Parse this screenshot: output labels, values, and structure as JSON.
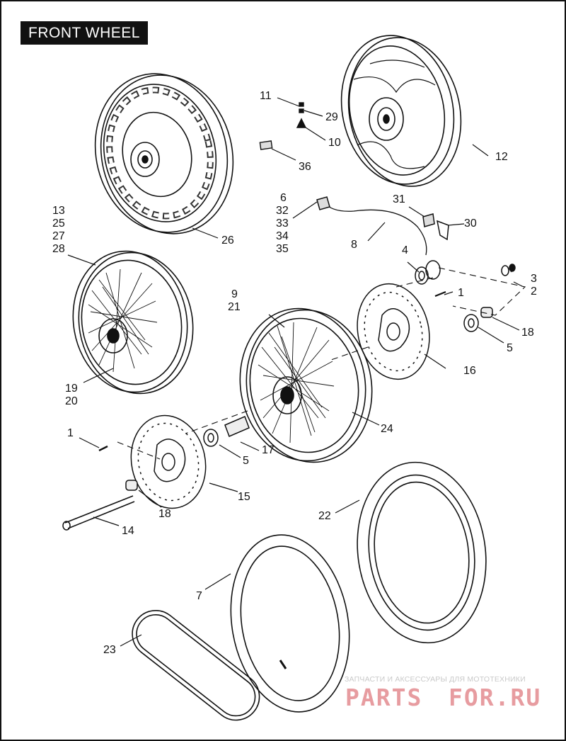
{
  "title": "FRONT WHEEL",
  "watermark": {
    "tagline": "ЗАПЧАСТИ И АКСЕССУАРЫ ДЛЯ МОТОТЕХНИКИ",
    "brand_left": "PARTS",
    "brand_right": "FOR.RU",
    "brand_color": "#e79ca0"
  },
  "callouts": {
    "c1_upper": "1",
    "c1_lower": "1",
    "c2": "2",
    "c3": "3",
    "c4": "4",
    "c5_upper": "5",
    "c5_lower": "5",
    "group_6": [
      "6",
      "32",
      "33",
      "34",
      "35"
    ],
    "c7": "7",
    "c8": "8",
    "group_9": [
      "9",
      "21"
    ],
    "c10": "10",
    "c11": "11",
    "c12": "12",
    "group_13": [
      "13",
      "25",
      "27",
      "28"
    ],
    "c14": "14",
    "c15": "15",
    "c16": "16",
    "c17": "17",
    "c18_upper": "18",
    "c18_lower": "18",
    "group_19": [
      "19",
      "20"
    ],
    "c22": "22",
    "c23": "23",
    "c24": "24",
    "c26": "26",
    "c29": "29",
    "c30": "30",
    "c31": "31",
    "c36": "36"
  }
}
